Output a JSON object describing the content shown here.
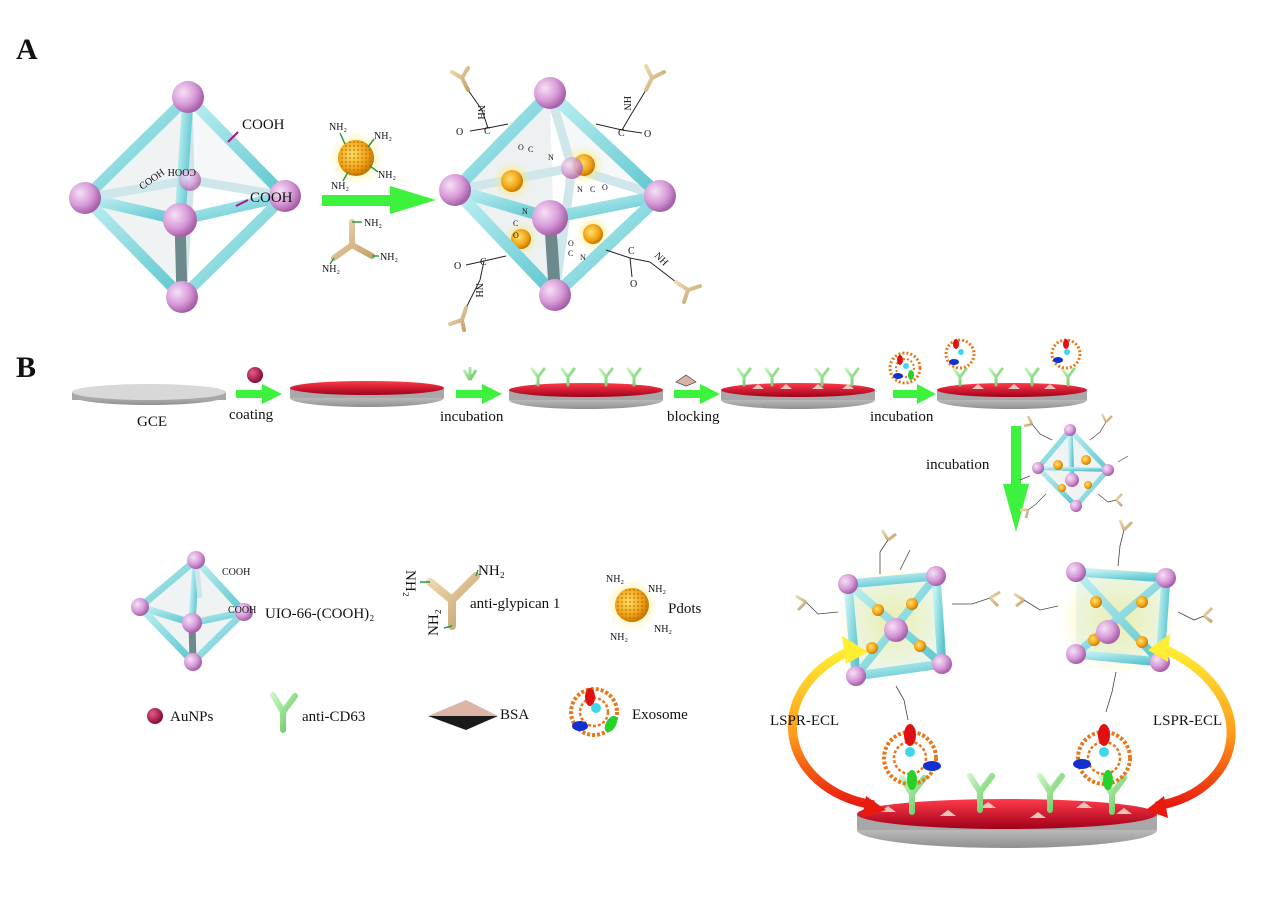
{
  "panels": {
    "a": "A",
    "b": "B"
  },
  "panel_a": {
    "cooh_1": "COOH",
    "cooh_2": "COOH",
    "cooh_3": "COOH",
    "cooh_4": "COOH",
    "nh2_1": "NH₂",
    "nh2_2": "NH₂",
    "nh2_3": "NH₂",
    "nh2_4": "NH₂",
    "nh2_5": "NH₂",
    "nh2_6": "NH₂",
    "nh2_7": "NH₂",
    "nh": "NH",
    "hn": "HN",
    "carbon": "C",
    "oxygen": "O",
    "nitrogen": "N"
  },
  "steps": {
    "gce": "GCE",
    "coating": "coating",
    "incubation_1": "incubation",
    "blocking": "blocking",
    "incubation_2": "incubation",
    "incubation_3": "incubation"
  },
  "legend": {
    "uio": "UIO-66-(COOH)₂",
    "anti_glypican": "anti-glypican  1",
    "pdots": "Pdots",
    "aunps": "AuNPs",
    "anti_cd63": "anti-CD63",
    "bsa": "BSA",
    "exosome": "Exosome",
    "cooh": "COOH",
    "nh2": "NH₂"
  },
  "final": {
    "lspr_left": "LSPR-ECL",
    "lspr_right": "LSPR-ECL"
  },
  "colors": {
    "rod": "#7fd6dc",
    "sphere": "#d89ad8",
    "gold": "#f2a21a",
    "arrow": "#3cf23c",
    "electrode_top": "#c8102e",
    "electrode_side": "#b0b0b0",
    "antibody_green": "#8fe08f",
    "antibody_tan": "#d6b98a"
  }
}
